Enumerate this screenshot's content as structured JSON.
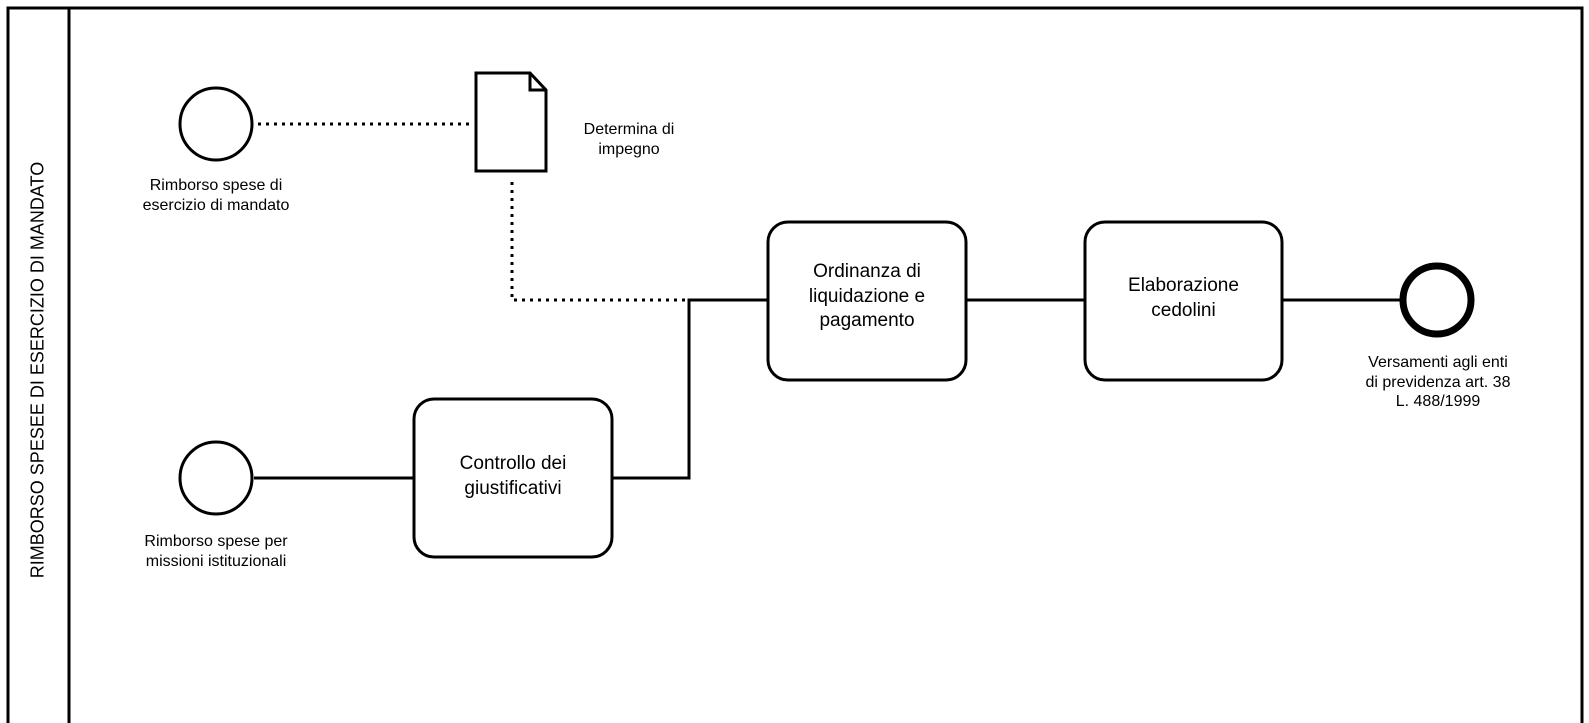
{
  "pool": {
    "title": "RIMBORSO SPESEE DI ESERCIZIO DI MANDATO"
  },
  "events": {
    "start_mandate": "Rimborso spese di esercizio di mandato",
    "start_missions": "Rimborso spese per missioni istituzionali",
    "end_pension": "Versamenti agli enti di previdenza art. 38 L. 488/1999"
  },
  "data_object": {
    "label": "Determina di impegno"
  },
  "tasks": {
    "control": "Controllo dei giustificativi",
    "ordinance": "Ordinanza di liquidazione e pagamento",
    "payroll": "Elaborazione cedolini"
  }
}
